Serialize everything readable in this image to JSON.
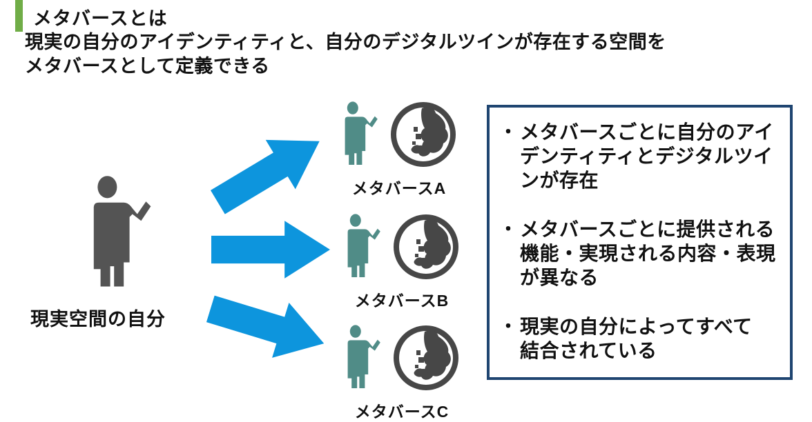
{
  "slide": {
    "title": "メタバースとは",
    "subtitle_line1": "現実の自分のアイデンティティと、自分のデジタルツインが存在する空間を",
    "subtitle_line2": "メタバースとして定義できる"
  },
  "colors": {
    "accent_green_bar": "#70AD47",
    "arrow_blue": "#0D95DD",
    "person_gray": "#545454",
    "person_teal": "#508C87",
    "globe_gray": "#474747",
    "box_border_navy": "#1F4571",
    "text_black": "#111111",
    "background": "#FFFFFF"
  },
  "diagram": {
    "real_self_label": "現実空間の自分",
    "metaverses": [
      {
        "label": "メタバースA"
      },
      {
        "label": "メタバースB"
      },
      {
        "label": "メタバースC"
      }
    ],
    "icon_names": [
      "standing-person-icon",
      "globe-icon",
      "block-arrow-icon"
    ]
  },
  "box": {
    "bullets": [
      {
        "marker": "・",
        "lines": [
          "メタバースごとに自分のアイ",
          "デンティティとデジタルツイ",
          "ンが存在"
        ]
      },
      {
        "marker": "・",
        "lines": [
          "メタバースごとに提供される",
          "機能・実現される内容・表現",
          "が異なる"
        ]
      },
      {
        "marker": "・",
        "lines": [
          "現実の自分によってすべて",
          "結合されている"
        ]
      }
    ]
  }
}
